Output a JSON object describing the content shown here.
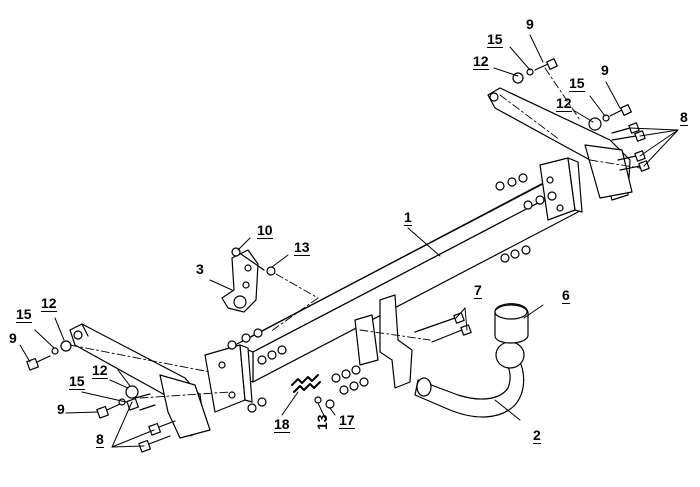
{
  "callouts": {
    "c1": "1",
    "c2": "2",
    "c3": "3",
    "c6": "6",
    "c7": "7",
    "c8a": "8",
    "c8b": "8",
    "c9a": "9",
    "c9b": "9",
    "c9c": "9",
    "c9d": "9",
    "c10": "10",
    "c12a": "12",
    "c12b": "12",
    "c12c": "12",
    "c12d": "12",
    "c13a": "13",
    "c13b": "13",
    "c15a": "15",
    "c15b": "15",
    "c15c": "15",
    "c15d": "15",
    "c17": "17",
    "c18": "18"
  }
}
